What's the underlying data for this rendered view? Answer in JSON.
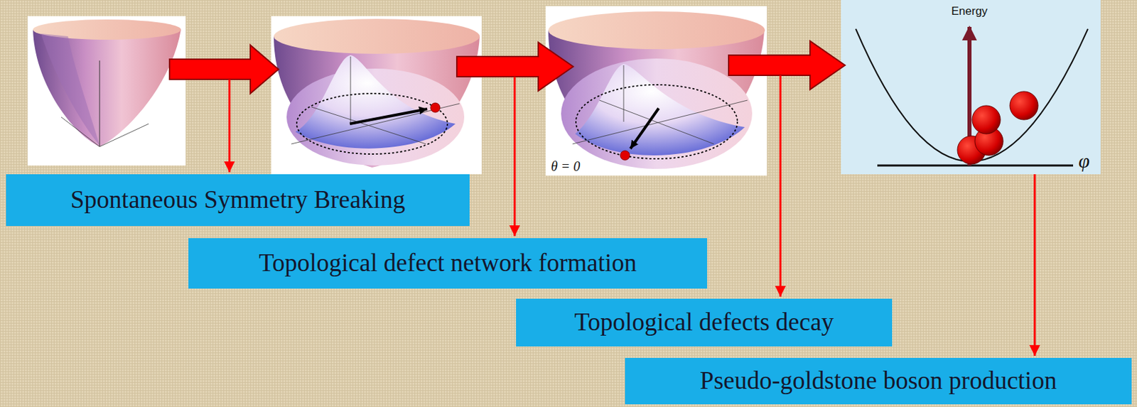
{
  "diagram": {
    "nodes": [
      {
        "text": [
          "Spontaneous Symmetry Breaking"
        ]
      },
      {
        "text": [
          "Topological defect network formation"
        ]
      },
      {
        "text": [
          "Topological defects decay"
        ]
      },
      {
        "text": [
          "Pseudo-goldstone boson production"
        ]
      }
    ],
    "labels": [
      "θ = 0",
      "Energy",
      "φ"
    ]
  }
}
